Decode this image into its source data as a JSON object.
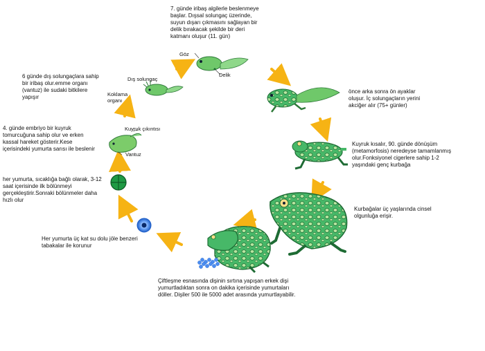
{
  "stages": {
    "day7": "7. günde iribaş algilerle beslenmeye\nbaşlar. Dışsal solungaç üzerinde,\nsuyun dışarı çıkmasını sağlayan bir\ndelik bırakacak şekilde bir deri\nkatmanı oluşur (11. gün)",
    "day6": "6 günde dış solungaçlara sahip\nbir iribaş olur.emme organı\n(vantuz) ile sudaki bitkilere\nyapışır",
    "day4": "4. günde embriyo bir kuyruk\ntomurcuğuna sahip olur ve erken\nkassal hareket gösterir.Kese\niçerisindeki yumurta sarısı ile beslenir",
    "egg_divide": "her yumurta, sıcaklığa bağlı olarak, 3-12\nsaat içerisinde ilk bölünmeyi\ngerçekleştirir.Sonraki bölünmeler daha\nhızlı olur",
    "egg": "Her yumurta üç kat su dolu jöle benzeri\ntabakalar ile korunur",
    "mating": "Çiftleşme esnasında dişinin sırtına yapışan erkek dişi\nyumurtladıktan sonra on dakika içerisinde yumurtaları\ndöller. Dişiler 500 ile 5000 adet arasında yumurtlayabilir.",
    "adult": "Kurbağalar üç yaşlarında cinsel\nolgunluğa erişir.",
    "froglet": "Kuyruk kısalır, 90. günde dönüşüm\n(metamorfosis) neredeyse tamamlanmış\nolur.Fonksiyonel cigerlere sahip 1-2\nyaşındaki genç kurbağa",
    "legs": "önce arka sonra  ön ayaklar\noluşur. İç solungaçların yerini\nakciğer alır (75+ günler)"
  },
  "labels": {
    "eye": "Göz",
    "hole": "Delik",
    "ext_gill": "Dış solungaç",
    "breath_organ": "Koklama\norganı",
    "tail_bud": "Kuyruk çıkıntısı",
    "sucker": "Vantuz"
  },
  "colors": {
    "arrow": "#f6b314",
    "frog_green": "#3aaa5a",
    "frog_dark": "#1e6b34",
    "tadpole": "#6fc86a",
    "egg_blue": "#3a7fd8",
    "cell_green": "#1f9a44"
  }
}
